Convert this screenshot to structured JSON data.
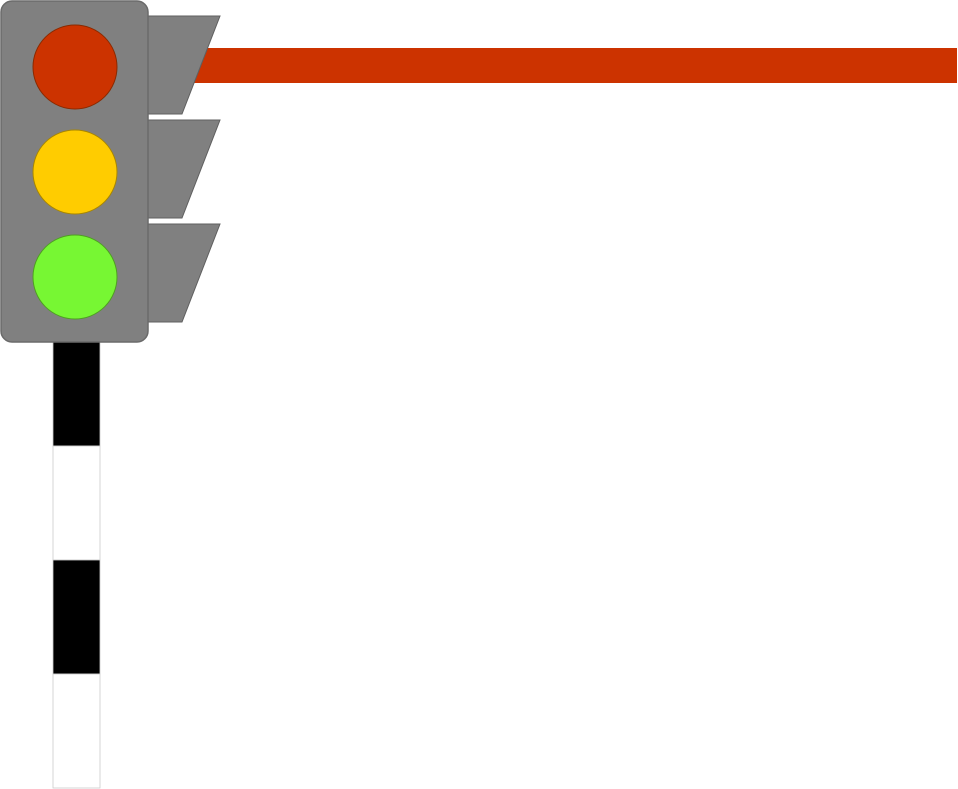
{
  "traffic_light": {
    "lamps": [
      {
        "name": "red",
        "color": "#cc3300"
      },
      {
        "name": "amber",
        "color": "#ffcc00"
      },
      {
        "name": "green",
        "color": "#77f733"
      }
    ],
    "housing_color": "#808080",
    "visor_color": "#808080"
  },
  "pole": {
    "stripe_colors": [
      "#000000",
      "#ffffff",
      "#000000",
      "#ffffff"
    ]
  },
  "barrier_arm": {
    "color": "#cc3300"
  }
}
